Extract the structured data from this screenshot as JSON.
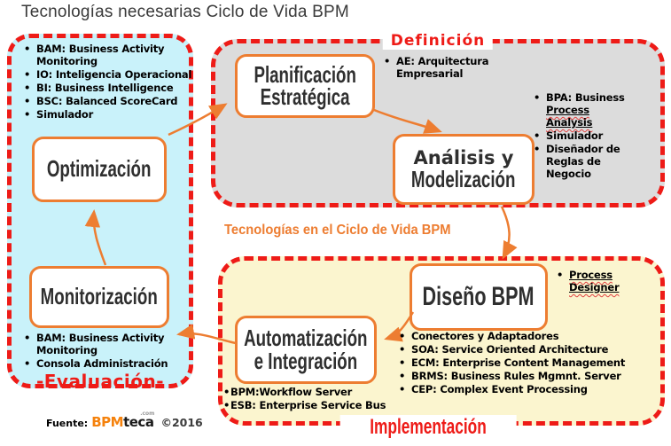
{
  "title": "Tecnologías necesarias Ciclo de Vida BPM",
  "center_caption": "Tecnologías en el Ciclo de Vida BPM",
  "colors": {
    "cyan": "#c9f2fa",
    "gray": "#dcdcdc",
    "yellow": "#fbf5cf",
    "orange": "#ed7d31",
    "red": "#ee1b17"
  },
  "regions": {
    "definicion": {
      "label": "Definición"
    },
    "evaluacion": {
      "label": "-Evaluación-"
    },
    "implementacion": {
      "label": "Implementación"
    }
  },
  "boxes": {
    "planificacion": {
      "line1": "Planificación",
      "line2": "Estratégica"
    },
    "analisis": {
      "line1": "Análisis y",
      "line2": "Modelización"
    },
    "optimizacion": {
      "line1": "Optimización"
    },
    "monitorizacion": {
      "line1": "Monitorización"
    },
    "diseno": {
      "line1": "Diseño BPM"
    },
    "automatizacion": {
      "line1": "Automatización",
      "line2": "e Integración"
    }
  },
  "lists": {
    "eval_top": [
      {
        "text": "BAM: Business Activity Monitoring"
      },
      {
        "text": "IO: Inteligencia Operacional"
      },
      {
        "text": "BI: Business Intelligence"
      },
      {
        "text": "BSC: Balanced ScoreCard"
      },
      {
        "text": "Simulador"
      }
    ],
    "def_ae": [
      {
        "text": "AE: Arquitectura Empresarial"
      }
    ],
    "def_bpa": [
      {
        "pre": "BPA: Business ",
        "u": "Process Analysis"
      },
      {
        "text": "Simulador"
      },
      {
        "text": "Diseñador de Reglas de Negocio"
      }
    ],
    "impl_pd": [
      {
        "u": "Process Designer"
      }
    ],
    "impl_right": [
      {
        "text": "Conectores y Adaptadores"
      },
      {
        "text": "SOA: Service Oriented Architecture"
      },
      {
        "text": "ECM: Enterprise Content Management"
      },
      {
        "text": "BRMS: Business Rules Mgmnt. Server"
      },
      {
        "text": "CEP: Complex Event Processing"
      }
    ],
    "impl_bottom": [
      {
        "text": "BPM:Workflow Server"
      },
      {
        "text": "ESB: Enterprise Service Bus"
      }
    ],
    "eval_bottom": [
      {
        "text": "BAM: Business Activity Monitoring"
      },
      {
        "text": "Consola Administración"
      }
    ]
  },
  "footer": {
    "fuente_label": "Fuente:",
    "logo_bpm": "BPM",
    "logo_teca": "teca",
    "logo_com": ".com",
    "year": "©2016"
  }
}
